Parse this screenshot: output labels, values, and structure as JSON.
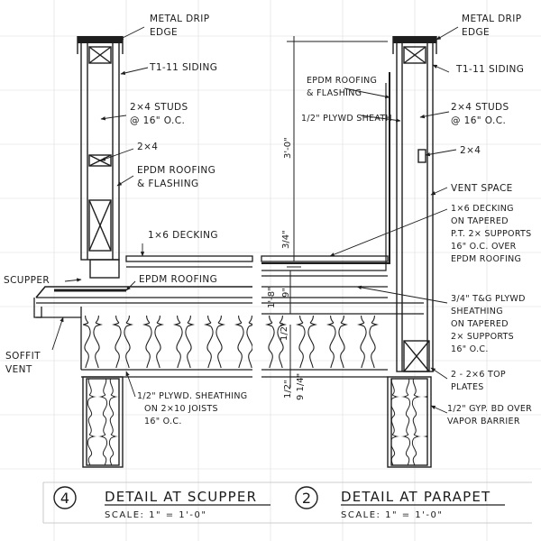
{
  "scupper_detail": {
    "callouts": {
      "metal_drip_edge": [
        "METAL DRIP",
        "EDGE"
      ],
      "t111_siding": "T1-11 SIDING",
      "studs": [
        "2×4 STUDS",
        "@ 16\" O.C."
      ],
      "plate": "2×4",
      "epdm_flashing": [
        "EPDM ROOFING",
        "& FLASHING"
      ],
      "decking": "1×6 DECKING",
      "scupper": "SCUPPER",
      "epdm_roofing": "EPDM ROOFING",
      "soffit_vent": [
        "SOFFIT",
        "VENT"
      ],
      "sheathing": [
        "1/2\" PLYWD. SHEATHING",
        "ON 2×10 JOISTS",
        "16\" O.C."
      ]
    }
  },
  "parapet_detail": {
    "callouts": {
      "metal_drip_edge": [
        "METAL DRIP",
        "EDGE"
      ],
      "epdm_flashing": [
        "EPDM ROOFING",
        "& FLASHING"
      ],
      "plywood_sheathing": "1/2\" PLYWD SHEATH",
      "t111_siding": "T1-11 SIDING",
      "studs": [
        "2×4 STUDS",
        "@ 16\" O.C."
      ],
      "plate": "2×4",
      "vent_space": "VENT SPACE",
      "decking_tapered": [
        "1×6 DECKING",
        "ON TAPERED",
        "P.T. 2× SUPPORTS",
        "16\" O.C. OVER",
        "EPDM ROOFING"
      ],
      "tg_sheathing": [
        "3/4\" T&G PLYWD",
        "SHEATHING",
        "ON TAPERED",
        "2× SUPPORTS",
        "16\" O.C."
      ],
      "top_plates": [
        "2 - 2×6 TOP",
        "PLATES"
      ],
      "gyp_bd": [
        "1/2\" GYP. BD OVER",
        "VAPOR BARRIER"
      ]
    },
    "dimensions": {
      "parapet_height": "3'-0\"",
      "decking_thk": "3/4\"",
      "rise": "1'-8\"",
      "nine": "9\"",
      "half": "1/2\"",
      "half2": "1/2\"",
      "nine_quarter": "9 1/4\""
    }
  },
  "titles": [
    {
      "number": "4",
      "label": "DETAIL AT SCUPPER",
      "scale": "SCALE:  1\" = 1'-0\""
    },
    {
      "number": "2",
      "label": "DETAIL AT PARAPET",
      "scale": "SCALE:  1\" = 1'-0\""
    }
  ]
}
